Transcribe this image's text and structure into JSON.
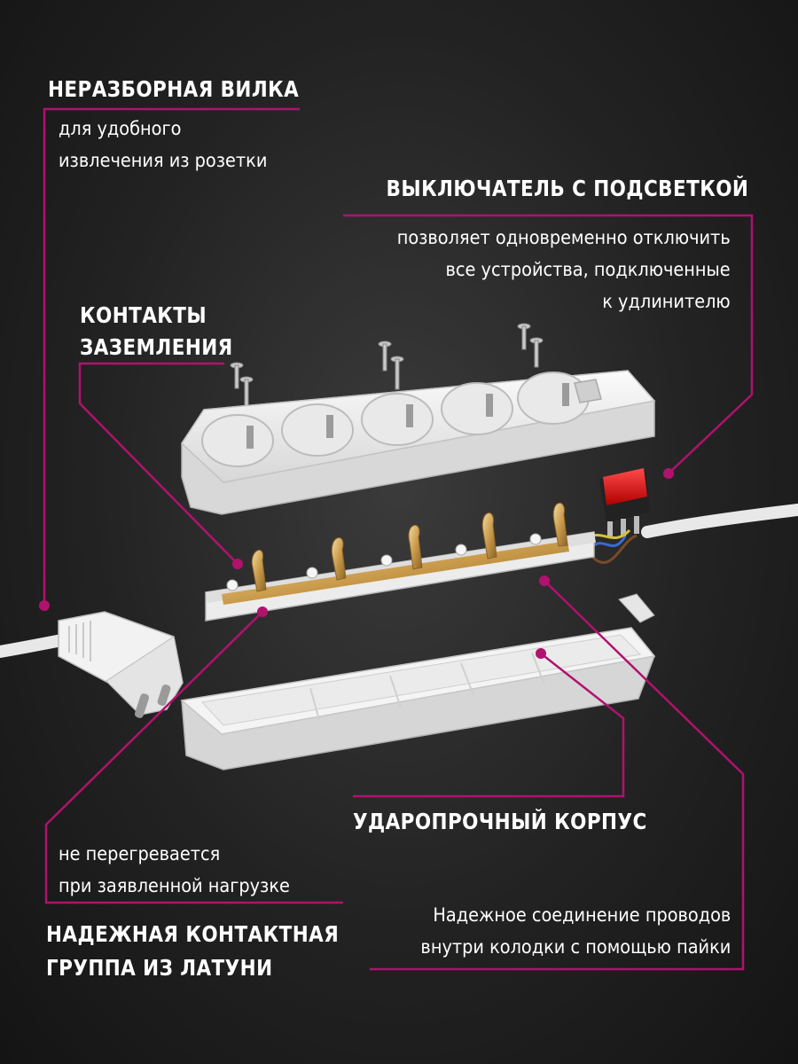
{
  "colors": {
    "accent": "#b0126e",
    "background": "#1e1e1e",
    "text": "#ffffff"
  },
  "callouts": {
    "plug": {
      "title": "НЕРАЗБОРНАЯ ВИЛКА",
      "lines": [
        "для удобного",
        "извлечения из розетки"
      ]
    },
    "switch": {
      "title": "ВЫКЛЮЧАТЕЛЬ С ПОДСВЕТКОЙ",
      "lines": [
        "позволяет одновременно отключить",
        "все устройства, подключенные",
        "к удлинителю"
      ]
    },
    "ground": {
      "title_lines": [
        "КОНТАКТЫ",
        "ЗАЗЕМЛЕНИЯ"
      ]
    },
    "body": {
      "title": "УДАРОПРОЧНЫЙ КОРПУС"
    },
    "brass": {
      "lines": [
        "не перегревается",
        "при заявленной нагрузке"
      ],
      "title_lines": [
        "НАДЕЖНАЯ КОНТАКТНАЯ",
        "ГРУППА ИЗ ЛАТУНИ"
      ]
    },
    "solder": {
      "lines": [
        "Надежное соединение проводов",
        "внутри колодки с помощью пайки"
      ]
    }
  },
  "icons": [
    "socket-icon",
    "screw-icon",
    "rocker-switch-icon",
    "plug-icon"
  ]
}
